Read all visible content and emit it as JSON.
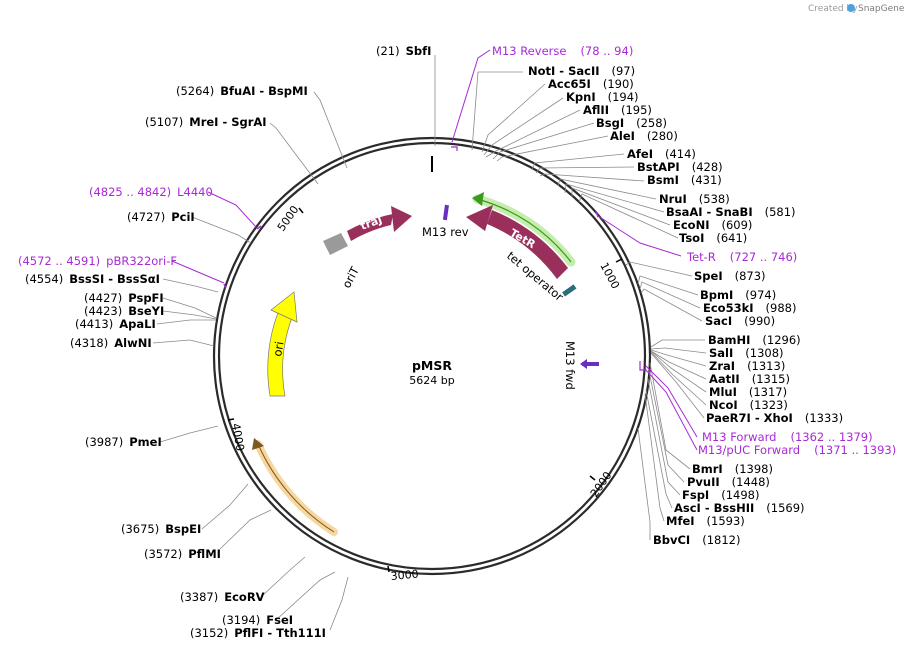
{
  "header": {
    "credit_prefix": "Created by",
    "credit_brand": "SnapGene",
    "brand_color": "#4aa3df"
  },
  "plasmid": {
    "name": "pMSR",
    "length_label": "5624 bp",
    "length": 5624
  },
  "ruler_ticks": [
    "1000",
    "2000",
    "3000",
    "4000",
    "5000"
  ],
  "colors": {
    "backbone": "#2b2b2b",
    "leader": "#8a8a8a",
    "primer": "#a829d6",
    "feature_maroon": "#9b2f5c",
    "ori": "#ffff00",
    "orit": "#9a9a9a",
    "tet_operator": "#2b6d7a",
    "green_glow": "#7fd64a",
    "orange_glow": "#f0b040"
  },
  "sites_right": [
    {
      "name": "SbfI",
      "pos": "(21)"
    },
    {
      "name": "NotI  - SacII",
      "pos": "(97)"
    },
    {
      "name": "Acc65I",
      "pos": "(190)"
    },
    {
      "name": "KpnI",
      "pos": "(194)"
    },
    {
      "name": "AflII",
      "pos": "(195)"
    },
    {
      "name": "BsgI",
      "pos": "(258)"
    },
    {
      "name": "AleI",
      "pos": "(280)"
    },
    {
      "name": "AfeI",
      "pos": "(414)"
    },
    {
      "name": "BstAPI",
      "pos": "(428)"
    },
    {
      "name": "BsmI",
      "pos": "(431)"
    },
    {
      "name": "NruI",
      "pos": "(538)"
    },
    {
      "name": "BsaAI  - SnaBI",
      "pos": "(581)"
    },
    {
      "name": "EcoNI",
      "pos": "(609)"
    },
    {
      "name": "TsoI",
      "pos": "(641)"
    },
    {
      "name": "SpeI",
      "pos": "(873)"
    },
    {
      "name": "BpmI",
      "pos": "(974)"
    },
    {
      "name": "Eco53kI",
      "pos": "(988)"
    },
    {
      "name": "SacI",
      "pos": "(990)"
    },
    {
      "name": "BamHI",
      "pos": "(1296)"
    },
    {
      "name": "SalI",
      "pos": "(1308)"
    },
    {
      "name": "ZraI",
      "pos": "(1313)"
    },
    {
      "name": "AatII",
      "pos": "(1315)"
    },
    {
      "name": "MluI",
      "pos": "(1317)"
    },
    {
      "name": "NcoI",
      "pos": "(1323)"
    },
    {
      "name": "PaeR7I  - XhoI",
      "pos": "(1333)"
    },
    {
      "name": "BmrI",
      "pos": "(1398)"
    },
    {
      "name": "PvuII",
      "pos": "(1448)"
    },
    {
      "name": "FspI",
      "pos": "(1498)"
    },
    {
      "name": "AscI  - BssHII",
      "pos": "(1569)"
    },
    {
      "name": "MfeI",
      "pos": "(1593)"
    },
    {
      "name": "BbvCI",
      "pos": "(1812)"
    }
  ],
  "sites_left": [
    {
      "name": "BfuAI  - BspMI",
      "pos": "(5264)"
    },
    {
      "name": "MreI  - SgrAI",
      "pos": "(5107)"
    },
    {
      "name": "PciI",
      "pos": "(4727)"
    },
    {
      "name": "BssSI  - BssSαI",
      "pos": "(4554)"
    },
    {
      "name": "PspFI",
      "pos": "(4427)"
    },
    {
      "name": "BseYI",
      "pos": "(4423)"
    },
    {
      "name": "ApaLI",
      "pos": "(4413)"
    },
    {
      "name": "AlwNI",
      "pos": "(4318)"
    },
    {
      "name": "PmeI",
      "pos": "(3987)"
    },
    {
      "name": "BspEI",
      "pos": "(3675)"
    },
    {
      "name": "PflMI",
      "pos": "(3572)"
    },
    {
      "name": "EcoRV",
      "pos": "(3387)"
    },
    {
      "name": "FseI",
      "pos": "(3194)"
    },
    {
      "name": "PflFI  - Tth111I",
      "pos": "(3152)"
    }
  ],
  "primers": [
    {
      "name": "M13 Reverse",
      "range": "(78 .. 94)"
    },
    {
      "name": "Tet-R",
      "range": "(727 .. 746)"
    },
    {
      "name": "M13 Forward",
      "range": "(1362 .. 1379)"
    },
    {
      "name": "M13/pUC Forward",
      "range": "(1371 .. 1393)"
    },
    {
      "name": "L4440",
      "range": "(4825 .. 4842)"
    },
    {
      "name": "pBR322ori-F",
      "range": "(4572 .. 4591)"
    }
  ],
  "features": [
    {
      "name": "traJ"
    },
    {
      "name": "TetR"
    },
    {
      "name": "ori"
    },
    {
      "name": "oriT"
    },
    {
      "name": "tet operator"
    },
    {
      "name": "M13 rev"
    },
    {
      "name": "M13 fwd"
    }
  ]
}
